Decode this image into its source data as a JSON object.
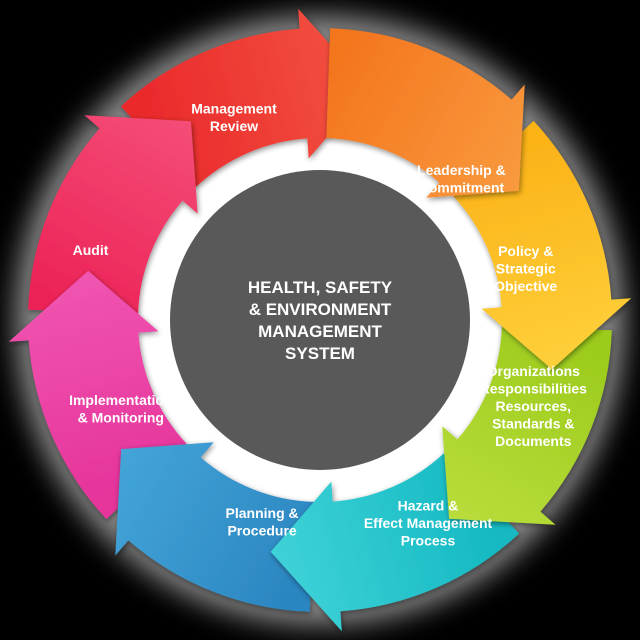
{
  "center": {
    "lines": [
      "HEALTH, SAFETY",
      "& ENVIRONMENT",
      "MANAGEMENT",
      "SYSTEM"
    ]
  },
  "segments": [
    {
      "id": "leadership",
      "lines": [
        "Leadership &",
        "Commitment"
      ],
      "color": "#f4761f",
      "color_light": "#f99a3e"
    },
    {
      "id": "policy",
      "lines": [
        "Policy &",
        "Strategic",
        "Objective"
      ],
      "color": "#fbb319",
      "color_light": "#fed03a"
    },
    {
      "id": "organizations",
      "lines": [
        "Organizations",
        "Responsibilities",
        "Resources,",
        "Standards &",
        "Documents"
      ],
      "color": "#9ccb1c",
      "color_light": "#b9dd3c"
    },
    {
      "id": "hazard",
      "lines": [
        "Hazard &",
        "Effect Management",
        "Process"
      ],
      "color": "#15b9c2",
      "color_light": "#3fd2d8"
    },
    {
      "id": "planning",
      "lines": [
        "Planning &",
        "Procedure"
      ],
      "color": "#2b86c1",
      "color_light": "#44a5d8"
    },
    {
      "id": "implementation",
      "lines": [
        "Implementation",
        "& Monitoring"
      ],
      "color": "#e6349b",
      "color_light": "#f055b1"
    },
    {
      "id": "audit",
      "lines": [
        "Audit"
      ],
      "color": "#ec2457",
      "color_light": "#f54d78"
    },
    {
      "id": "management-review",
      "lines": [
        "Management",
        "Review"
      ],
      "color": "#ea2a2c",
      "color_light": "#f35240"
    }
  ],
  "colors": {
    "background": "#000000",
    "ring_inner": "#ffffff",
    "center_fill": "#595959"
  }
}
